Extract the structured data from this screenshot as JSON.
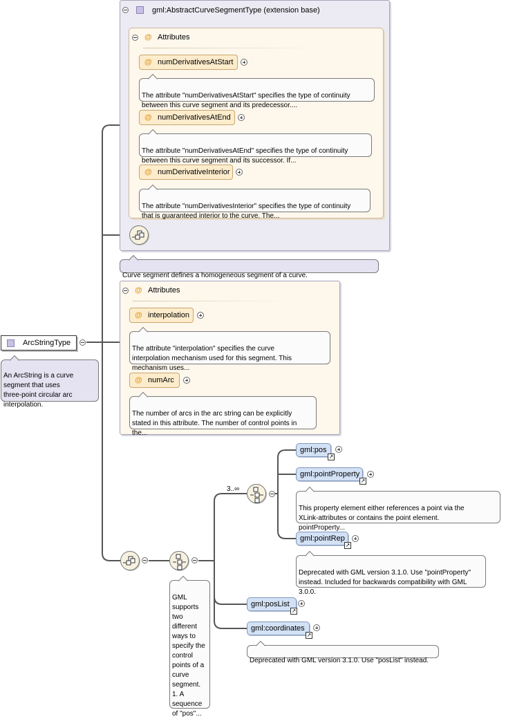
{
  "base_panel": {
    "title": "gml:AbstractCurveSegmentType (extension base)",
    "attributes_label": "Attributes",
    "attributes": [
      {
        "name": "numDerivativesAtStart",
        "doc": "The attribute \"numDerivativesAtStart\" specifies the type of continuity\nbetween this curve segment and its predecessor...."
      },
      {
        "name": "numDerivativesAtEnd",
        "doc": "The attribute \"numDerivativesAtEnd\" specifies the type of continuity\nbetween this curve segment and its successor. If..."
      },
      {
        "name": "numDerivativeInterior",
        "doc": "The attribute \"numDerivativesInterior\" specifies the type of continuity\nthat is guaranteed interior to the curve. The..."
      }
    ],
    "doc": "Curve segment defines a homogeneous segment of a curve."
  },
  "own_attributes": {
    "label": "Attributes",
    "attributes": [
      {
        "name": "interpolation",
        "doc": "The attribute \"interpolation\" specifies the curve\ninterpolation mechanism used for this segment. This\nmechanism uses..."
      },
      {
        "name": "numArc",
        "doc": "The number of arcs in the arc string can be explicitly\nstated in this attribute. The number of control points in\nthe..."
      }
    ]
  },
  "root": {
    "name": "ArcStringType",
    "doc": "An ArcString is a curve\nsegment that uses\nthree-point circular arc\ninterpolation."
  },
  "choice": {
    "doc": "GML\nsupports\ntwo\ndifferent\nways to\nspecify the\ncontrol\npoints of a\ncurve\nsegment.\n1. A\nsequence\nof \"pos\"..."
  },
  "inner_choice": {
    "occurrence": "3..∞"
  },
  "elements": {
    "pos": {
      "name": "gml:pos"
    },
    "pointProperty": {
      "name": "gml:pointProperty",
      "doc": "This property element either references a point via the\nXLink-attributes or contains the point element.\npointProperty..."
    },
    "pointRep": {
      "name": "gml:pointRep",
      "doc": "Deprecated with GML version 3.1.0. Use \"pointProperty\"\ninstead. Included for backwards compatibility with GML\n3.0.0."
    },
    "posList": {
      "name": "gml:posList"
    },
    "coordinates": {
      "name": "gml:coordinates",
      "doc": "Deprecated with GML version 3.1.0. Use \"posList\" instead."
    }
  },
  "colors": {
    "type_panel": "#ecebf3",
    "attribute_panel": "#fdf7ec",
    "attribute_chip": "#fdeccc",
    "element_chip": "#d3e1f5",
    "attribute_marker": "#e59a1c"
  },
  "icons": [
    "collapse-icon",
    "expand-icon",
    "complex-type-icon",
    "attribute-icon",
    "sequence-icon",
    "choice-icon",
    "reference-arrow-icon"
  ]
}
